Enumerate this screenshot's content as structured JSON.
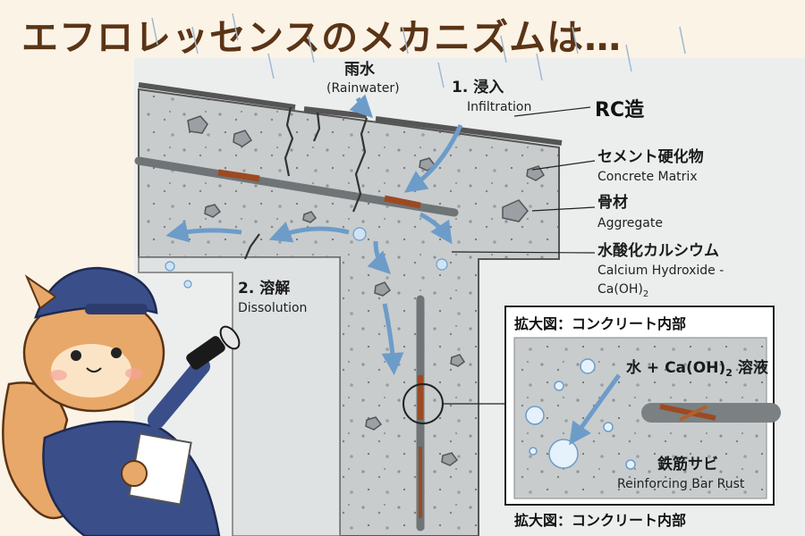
{
  "title": "エフロレッセンスのメカニズムは…",
  "labels": {
    "rainwater_jp": "雨水",
    "rainwater_en": "(Rainwater)",
    "step1_jp": "1. 浸入",
    "step1_en": "Infiltration",
    "rc": "RC造",
    "matrix_jp": "セメント硬化物",
    "matrix_en": "Concrete Matrix",
    "aggregate_jp": "骨材",
    "aggregate_en": "Aggregate",
    "caoh_jp": "水酸化カルシウム",
    "caoh_en1": "Calcium Hydroxide -",
    "caoh_en2": "Ca(OH)",
    "caoh_sub": "2",
    "step2_jp": "2. 溶解",
    "step2_en": "Dissolution"
  },
  "inset": {
    "title": "拡大図：コンクリート内部",
    "solution_a": "水 + Ca(OH)",
    "solution_sub": "2",
    "solution_b": " 溶液",
    "rust_jp": "鉄筋サビ",
    "rust_en": "Reinforcing Bar Rust"
  },
  "footer_title": "拡大図：コンクリート内部",
  "colors": {
    "background": "#fbf3e6",
    "title": "#5a3416",
    "concrete": "#c8cccd",
    "water_arrow": "#7fa8cf",
    "rust": "#9c4a22"
  }
}
